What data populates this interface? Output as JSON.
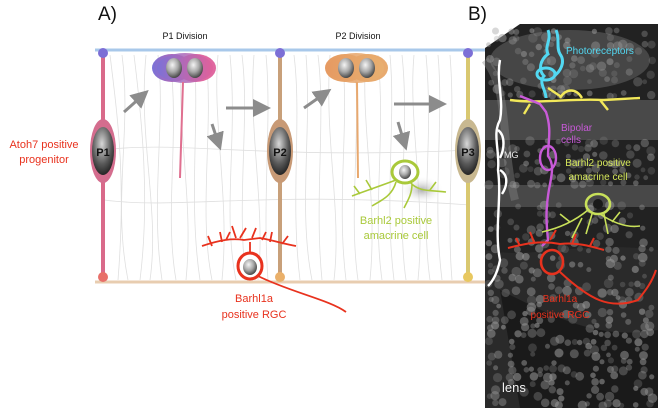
{
  "panel_a": {
    "label": "A)",
    "division_labels": {
      "p1": "P1 Division",
      "p2": "P2 Division"
    },
    "progenitor_labels": {
      "p1": "P1",
      "p2": "P2",
      "p3": "P3"
    },
    "atoh7_label": {
      "line1": "Atoh7 positive",
      "line2": "progenitor"
    },
    "barhl2_label": {
      "line1": "Barhl2 positive",
      "line2": "amacrine cell"
    },
    "barhl1a_label": {
      "line1": "Barhl1a",
      "line2": "positive RGC"
    }
  },
  "panel_b": {
    "label": "B)",
    "photoreceptors": "Photoreceptors",
    "bipolar": {
      "line1": "Bipolar",
      "line2": "cells"
    },
    "mg": "MG",
    "barhl2": {
      "line1": "Barhl2 positive",
      "line2": "amacrine cell"
    },
    "barhl1a": {
      "line1": "Barhl1a",
      "line2": "positive RGC"
    },
    "lens": "lens"
  },
  "colors": {
    "red_label": "#e8321e",
    "green_label": "#a9c93a",
    "magenta_label": "#c85ad8",
    "cyan_label": "#52d8f2",
    "p1_cell": "#d96a8a",
    "p2_cell": "#e8a25a",
    "p3_cell": "#d9c870",
    "apical_line": "#a8c8ea",
    "basal_line": "#e8cdb0",
    "arrow": "#8c8c8c"
  }
}
